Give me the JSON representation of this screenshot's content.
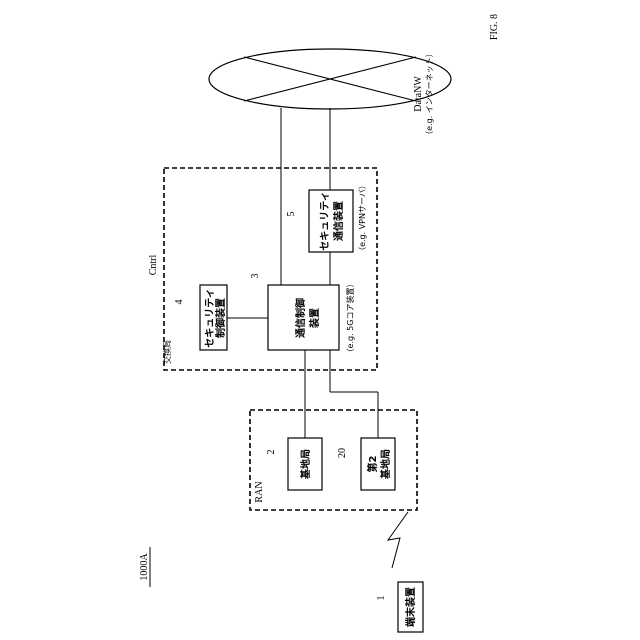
{
  "figure": {
    "label": "FIG. 8"
  },
  "system": {
    "ref": "1000A"
  },
  "terminal": {
    "ref": "1",
    "label": "端末装置"
  },
  "ran": {
    "title": "RAN"
  },
  "bs1": {
    "ref": "2",
    "label": "基地局"
  },
  "bs2": {
    "ref": "20",
    "label_line1": "第2",
    "label_line2": "基地局"
  },
  "exchange": {
    "title": "交換局",
    "ref": "Cntrl"
  },
  "sec_ctrl": {
    "ref": "4",
    "label_line1": "セキュリティ",
    "label_line2": "制御装置"
  },
  "comm_ctrl": {
    "ref": "3",
    "label_line1": "通信制御",
    "label_line2": "装置",
    "note": "（e.g. 5Gコア装置）"
  },
  "sec_comm": {
    "ref": "5",
    "label_line1": "セキュリティ",
    "label_line2": "通信装置",
    "note": "（e.g. VPNサーバ）"
  },
  "network": {
    "name": "DataNW",
    "note": "（e.g. インターネット）"
  }
}
